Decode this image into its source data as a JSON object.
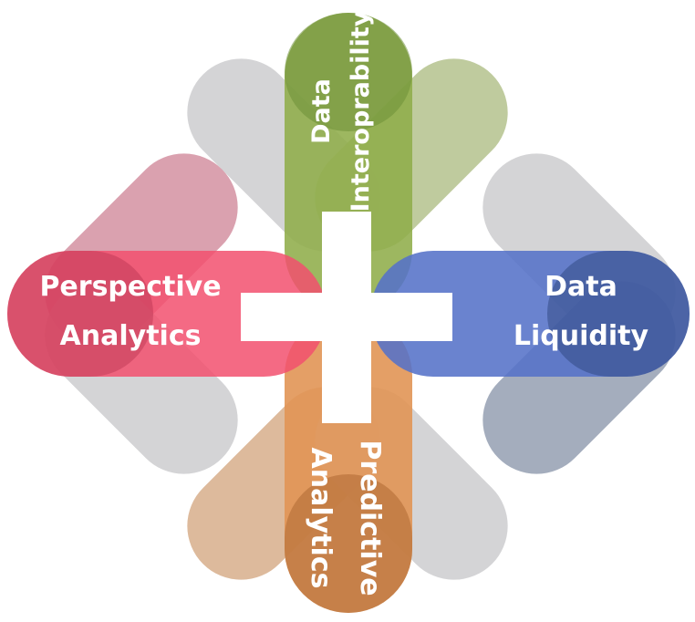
{
  "diagram": {
    "top": {
      "line1": "Data",
      "line2": "Interoprability",
      "color": "#7a9a3c",
      "leaf_color": "#b8c593"
    },
    "left": {
      "line1": "Perspective",
      "line2": "Analytics",
      "color": "#e8516d",
      "leaf_color": "#d697a6"
    },
    "right": {
      "line1": "Data",
      "line2": "Liquidity",
      "color": "#4e6fc3",
      "leaf_color": "#9aa4b6"
    },
    "bottom": {
      "line1": "Predictive",
      "line2": "Analytics",
      "color": "#d98a48",
      "leaf_color": "#d9b291"
    },
    "center": {
      "symbol": "plus",
      "color": "#ffffff"
    },
    "neutral_leaf_color": "#cfcfd1"
  }
}
